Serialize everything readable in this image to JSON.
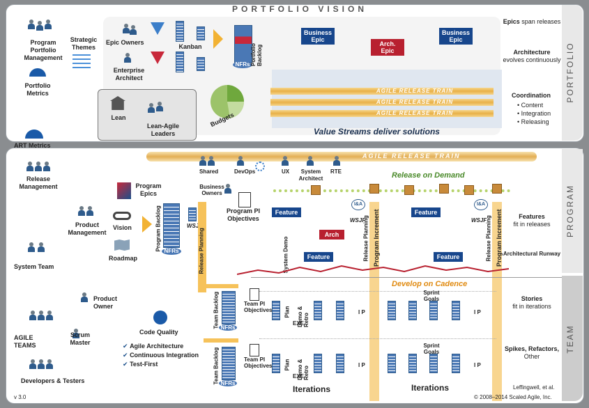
{
  "portfolio_vision": "PORTFOLIO VISION",
  "portfolio": {
    "program_portfolio_management": "Program Portfolio Management",
    "strategic_themes": "Strategic Themes",
    "portfolio_metrics": "Portfolio Metrics",
    "epic_owners": "Epic Owners",
    "enterprise_architect": "Enterprise Architect",
    "kanban": "Kanban",
    "portfolio_backlog": "Portfolio Backlog",
    "nfrs": "NFRs",
    "budgets": "Budgets",
    "business_epic_1": "Business Epic",
    "arch_epic": "Arch. Epic",
    "business_epic_2": "Business Epic",
    "art_label": "AGILE RELEASE TRAIN",
    "value_streams": "Value Streams deliver solutions",
    "lean": "Lean",
    "lean_agile_leaders": "Lean-Agile Leaders",
    "side_label": "PORTFOLIO"
  },
  "right_notes": {
    "epics_bold": "Epics",
    "epics_rest": "span releases",
    "architecture_bold": "Architecture",
    "architecture_rest": "evolves continuously",
    "coordination": "Coordination",
    "coord_items": [
      "Content",
      "Integration",
      "Releasing"
    ],
    "features_bold": "Features",
    "features_rest": "fit in releases",
    "arch_runway": "Architectural Runway",
    "stories_bold": "Stories",
    "stories_rest": "fit in iterations",
    "spikes": "Spikes, Refactors,",
    "other": "Other"
  },
  "program": {
    "side_label": "PROGRAM",
    "art_metrics": "ART Metrics",
    "release_management": "Release Management",
    "system_team": "System Team",
    "art_banner": "AGILE RELEASE TRAIN",
    "shared": "Shared",
    "devops": "DevOps",
    "ux": "UX",
    "system_architect": "System Architect",
    "rte": "RTE",
    "release_on_demand": "Release on Demand",
    "program_epics": "Program Epics",
    "business_owners": "Business Owners",
    "program_pi_objectives": "Program PI Objectives",
    "product_management": "Product Management",
    "vision": "Vision",
    "roadmap": "Roadmap",
    "program_backlog": "Program Backlog",
    "wsjf": "WSJF",
    "nfrs": "NFRs",
    "release_planning": "Release Planning",
    "feature": "Feature",
    "arch": "Arch",
    "system_demo": "System Demo",
    "program_increment": "Program Increment",
    "ip": "I&A"
  },
  "team": {
    "side_label": "TEAM",
    "develop_on_cadence": "Develop on Cadence",
    "product_owner": "Product Owner",
    "scrum_master": "Scrum Master",
    "agile_teams": "AGILE TEAMS",
    "developers_testers": "Developers & Testers",
    "code_quality": "Code Quality",
    "checks": [
      "Agile Architecture",
      "Continuous Integration",
      "Test-First"
    ],
    "team_backlog": "Team Backlog",
    "team_pi_objectives": "Team PI Objectives",
    "plan": "Plan",
    "exe": "EXE",
    "demo_retro": "Demo & Retro",
    "sprint_goals": "Sprint Goals",
    "ip": "I P",
    "iterations": "Iterations"
  },
  "footer": {
    "version": "v 3.0",
    "credit": "Leffingwell, et al.",
    "copyright": "© 2008–2014 Scaled Agile, Inc."
  }
}
